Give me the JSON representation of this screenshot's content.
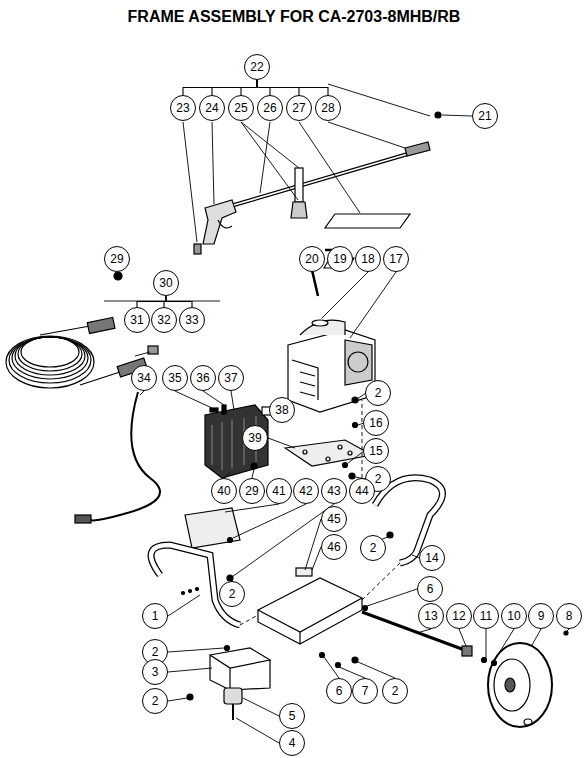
{
  "diagram": {
    "title": "FRAME ASSEMBLY FOR CA-2703-8MHB/RB",
    "nodes": [
      {
        "text": [
          "22"
        ]
      },
      {
        "text": [
          "23"
        ]
      },
      {
        "text": [
          "24"
        ]
      },
      {
        "text": [
          "25"
        ]
      },
      {
        "text": [
          "26"
        ]
      },
      {
        "text": [
          "27"
        ]
      },
      {
        "text": [
          "28"
        ]
      },
      {
        "text": [
          "21"
        ]
      },
      {
        "text": [
          "29"
        ]
      },
      {
        "text": [
          "30"
        ]
      },
      {
        "text": [
          "20"
        ]
      },
      {
        "text": [
          "19"
        ]
      },
      {
        "text": [
          "18"
        ]
      },
      {
        "text": [
          "17"
        ]
      },
      {
        "text": [
          "31"
        ]
      },
      {
        "text": [
          "32"
        ]
      },
      {
        "text": [
          "33"
        ]
      },
      {
        "text": [
          "34"
        ]
      },
      {
        "text": [
          "35"
        ]
      },
      {
        "text": [
          "36"
        ]
      },
      {
        "text": [
          "37"
        ]
      },
      {
        "text": [
          "2"
        ]
      },
      {
        "text": [
          "38"
        ]
      },
      {
        "text": [
          "16"
        ]
      },
      {
        "text": [
          "15"
        ]
      },
      {
        "text": [
          "39"
        ]
      },
      {
        "text": [
          "2"
        ]
      },
      {
        "text": [
          "40"
        ]
      },
      {
        "text": [
          "29"
        ]
      },
      {
        "text": [
          "41"
        ]
      },
      {
        "text": [
          "42"
        ]
      },
      {
        "text": [
          "43"
        ]
      },
      {
        "text": [
          "44"
        ]
      },
      {
        "text": [
          "45"
        ]
      },
      {
        "text": [
          "46"
        ]
      },
      {
        "text": [
          "2"
        ]
      },
      {
        "text": [
          "14"
        ]
      },
      {
        "text": [
          "6"
        ]
      },
      {
        "text": [
          "2"
        ]
      },
      {
        "text": [
          "13"
        ]
      },
      {
        "text": [
          "12"
        ]
      },
      {
        "text": [
          "11"
        ]
      },
      {
        "text": [
          "10"
        ]
      },
      {
        "text": [
          "9"
        ]
      },
      {
        "text": [
          "8"
        ]
      },
      {
        "text": [
          "1"
        ]
      },
      {
        "text": [
          "2"
        ]
      },
      {
        "text": [
          "3"
        ]
      },
      {
        "text": [
          "2"
        ]
      },
      {
        "text": [
          "5"
        ]
      },
      {
        "text": [
          "6"
        ]
      },
      {
        "text": [
          "7"
        ]
      },
      {
        "text": [
          "2"
        ]
      },
      {
        "text": [
          "4"
        ]
      }
    ],
    "edges": [
      {
        "from": 0,
        "to": 1,
        "arrow": "none"
      },
      {
        "from": 0,
        "to": 2,
        "arrow": "none"
      },
      {
        "from": 0,
        "to": 3,
        "arrow": "none"
      },
      {
        "from": 0,
        "to": 4,
        "arrow": "none"
      },
      {
        "from": 0,
        "to": 5,
        "arrow": "none"
      },
      {
        "from": 0,
        "to": 6,
        "arrow": "none"
      },
      {
        "from": 9,
        "to": 14,
        "arrow": "none"
      },
      {
        "from": 9,
        "to": 15,
        "arrow": "none"
      },
      {
        "from": 9,
        "to": 16,
        "arrow": "none"
      }
    ]
  }
}
